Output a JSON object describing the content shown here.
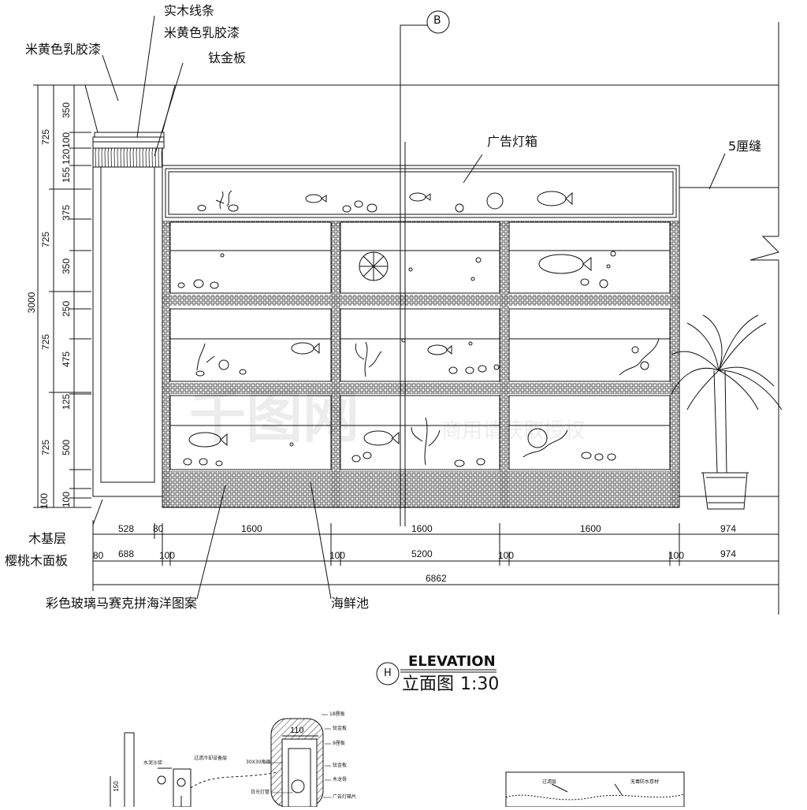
{
  "labels": {
    "cream_paint_left": "米黄色乳胶漆",
    "solid_wood_molding": "实木线条",
    "cream_paint_top": "米黄色乳胶漆",
    "titanium_plate": "钛金板",
    "lightbox": "广告灯箱",
    "gap_5cm": "5厘缝",
    "wood_base": "木基层",
    "cherry_veneer": "樱桃木面板",
    "mosaic_pattern": "彩色玻璃马赛克拼海洋图案",
    "seafood_tank": "海鲜池",
    "grid_b": "B",
    "grid_h": "H"
  },
  "title": {
    "en": "ELEVATION",
    "cn": "立面图",
    "scale": "1:30"
  },
  "vertical_dims": {
    "overall": "3000",
    "groups": [
      "725",
      "725",
      "725",
      "725"
    ],
    "parts": [
      "350",
      "100",
      "120",
      "155",
      "375",
      "350",
      "250",
      "475",
      "125",
      "500",
      "100",
      "100"
    ]
  },
  "horizontal_dims": {
    "row1": [
      "528",
      "80",
      "1600",
      "1600",
      "1600",
      "974"
    ],
    "row2": [
      "80",
      "688",
      "100",
      "100",
      "5200",
      "100",
      "100",
      "974"
    ],
    "overall": "6862"
  },
  "detail_notes": {
    "d1": "18厘板",
    "d2": "钛金板",
    "d3": "9厘板",
    "d4": "钛金板",
    "d5": "木龙骨",
    "d6": "广告灯箱片",
    "d7": "30X30角钢",
    "d8": "日光灯管",
    "d9": "水泥沙浆",
    "d10": "过滤冷却设备层",
    "d11": "过滤层",
    "d12": "无毒防水卷材",
    "dim_110": "110",
    "dim_150": "150"
  },
  "watermark": {
    "logo": "千图网",
    "text": "商用请获取授权"
  }
}
